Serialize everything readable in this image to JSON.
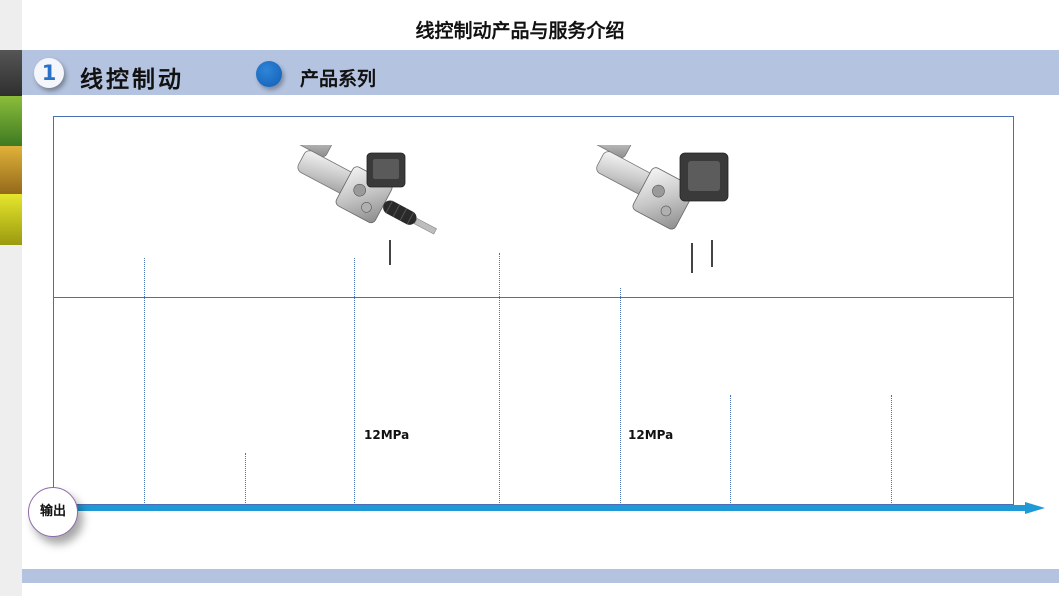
{
  "page": {
    "title": "线控制动产品与服务介绍"
  },
  "header": {
    "section_number": "1",
    "section_title": "线控制动",
    "subsection_title": "产品系列"
  },
  "products": [
    {
      "image": "brake-booster-unit-with-boot-image",
      "pressure": "12MPa"
    },
    {
      "image": "brake-booster-unit-image",
      "pressure": "12MPa"
    }
  ],
  "timeline": {
    "output_label": "输出"
  },
  "colors": {
    "band": "#b4c3df",
    "accent_blue": "#2a72c9",
    "frame": "#4a6fb5",
    "arrow": "#1f9ad6"
  }
}
